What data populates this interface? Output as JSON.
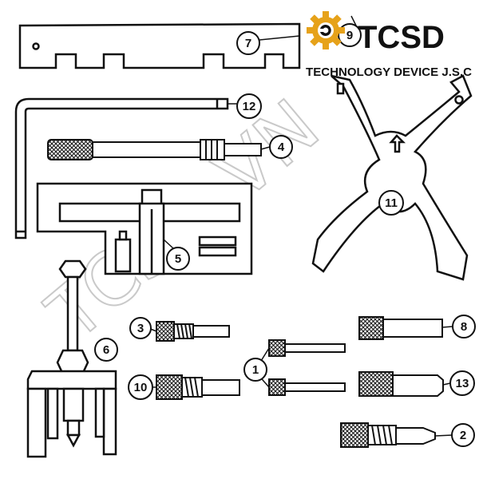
{
  "brand": {
    "logo_text": "TCSD",
    "company": "TECHNOLOGY DEVICE J.S.C",
    "watermark": "TCSD.VN"
  },
  "labels": {
    "l1": "1",
    "l2": "2",
    "l3": "3",
    "l4": "4",
    "l5": "5",
    "l6": "6",
    "l7": "7",
    "l9": "9",
    "l10": "10",
    "l11": "11",
    "l12": "12",
    "l13": "13",
    "l8": "8"
  },
  "colors": {
    "outline": "#111111",
    "watermark": "#c9c9c9",
    "logo_gear": "#e6a21a",
    "background": "#ffffff"
  }
}
